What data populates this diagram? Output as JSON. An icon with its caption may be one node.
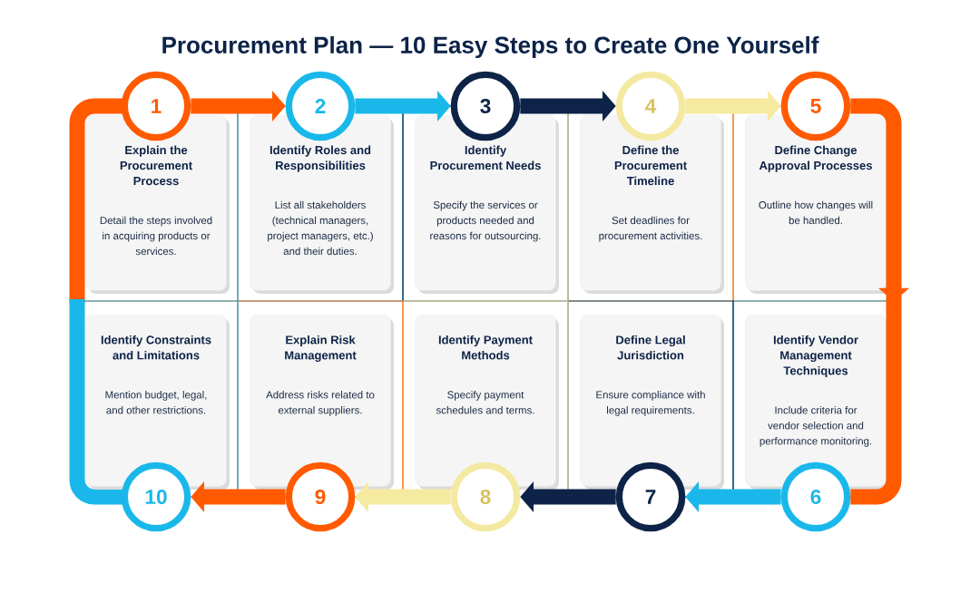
{
  "diagram": {
    "title": "Procurement Plan — 10 Easy Steps to Create One Yourself",
    "nodes": [
      {
        "text": [
          "1"
        ]
      },
      {
        "text": [
          "Explain the Procurement Process",
          "Detail the steps involved in acquiring products or services."
        ]
      },
      {
        "text": [
          "2"
        ]
      },
      {
        "text": [
          "Identify Roles and Responsibilities",
          "List all stakeholders (technical managers, project managers, etc.) and their duties."
        ]
      },
      {
        "text": [
          "3"
        ]
      },
      {
        "text": [
          "Identify Procurement Needs",
          "Specify the services or products needed and reasons for outsourcing."
        ]
      },
      {
        "text": [
          "4"
        ]
      },
      {
        "text": [
          "Define the Procurement Timeline",
          "Set deadlines for procurement activities."
        ]
      },
      {
        "text": [
          "5"
        ]
      },
      {
        "text": [
          "Define Change Approval Processes",
          "Outline how changes will be handled."
        ]
      },
      {
        "text": [
          "6"
        ]
      },
      {
        "text": [
          "Identify Vendor Management Techniques",
          "Include criteria for vendor selection and performance monitoring."
        ]
      },
      {
        "text": [
          "7"
        ]
      },
      {
        "text": [
          "Define Legal Jurisdiction",
          "Ensure compliance with legal requirements."
        ]
      },
      {
        "text": [
          "8"
        ]
      },
      {
        "text": [
          "Identify Payment Methods",
          "Specify payment schedules and terms."
        ]
      },
      {
        "text": [
          "9"
        ]
      },
      {
        "text": [
          "Explain Risk Management",
          "Address risks related to external suppliers."
        ]
      },
      {
        "text": [
          "10"
        ]
      },
      {
        "text": [
          "Identify Constraints and Limitations",
          "Mention budget, legal, and other restrictions."
        ]
      }
    ],
    "edges": [
      {
        "from": 0,
        "to": 2,
        "arrow": "to",
        "color": "#ff5a00"
      },
      {
        "from": 2,
        "to": 4,
        "arrow": "to",
        "color": "#1ab8ea"
      },
      {
        "from": 4,
        "to": 6,
        "arrow": "to",
        "color": "#0d2347"
      },
      {
        "from": 6,
        "to": 8,
        "arrow": "to",
        "color": "#f5eaa0"
      },
      {
        "from": 8,
        "to": 10,
        "arrow": "to",
        "color": "#ff5a00"
      },
      {
        "from": 10,
        "to": 12,
        "arrow": "to",
        "color": "#1ab8ea"
      },
      {
        "from": 12,
        "to": 14,
        "arrow": "to",
        "color": "#0d2347"
      },
      {
        "from": 14,
        "to": 16,
        "arrow": "to",
        "color": "#f5eaa0"
      },
      {
        "from": 16,
        "to": 18,
        "arrow": "to",
        "color": "#ff5a00"
      }
    ]
  }
}
